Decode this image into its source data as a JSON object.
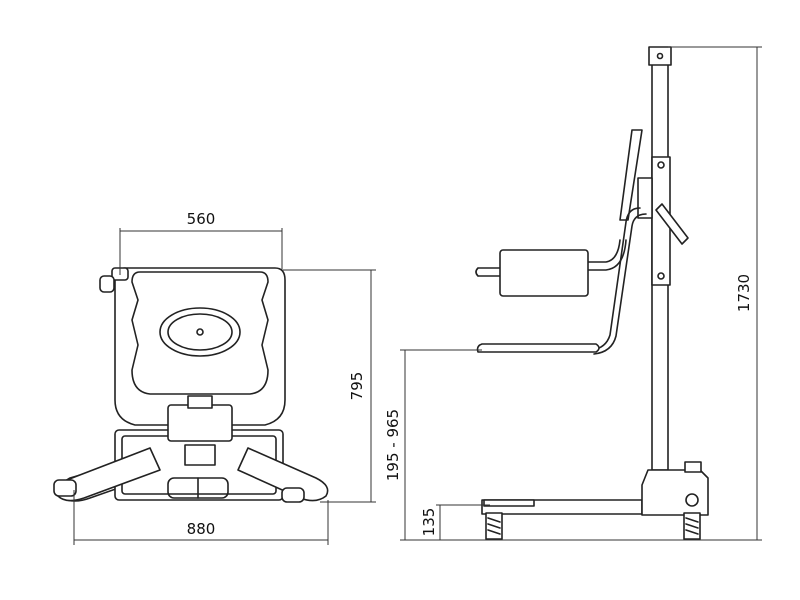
{
  "dimensions": {
    "front_width": "560",
    "front_depth": "795",
    "base_width": "880",
    "seat_height_range": "195 - 965",
    "base_height": "135",
    "total_height": "1730"
  }
}
